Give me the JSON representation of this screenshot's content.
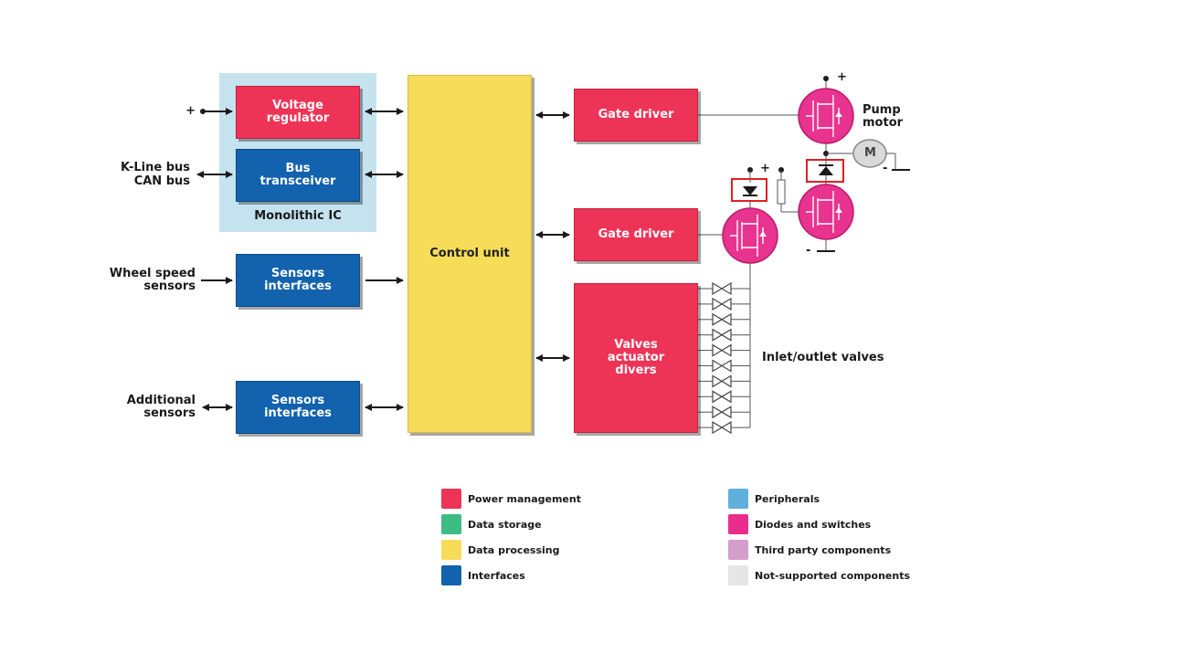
{
  "labels": {
    "plus_left": "+",
    "kline": "K-Line bus",
    "canbus": "CAN bus",
    "wheel_speed_1": "Wheel speed",
    "wheel_speed_2": "sensors",
    "additional_1": "Additional",
    "additional_2": "sensors",
    "monolithic": "Monolithic IC",
    "pump_1": "Pump",
    "pump_2": "motor",
    "motor_m": "M",
    "inlet_outlet": "Inlet/outlet valves",
    "plus_top": "+",
    "plus_mid": "+",
    "minus_motor": "-",
    "minus_bottom": "-"
  },
  "blocks": {
    "voltage_regulator_1": "Voltage",
    "voltage_regulator_2": "regulator",
    "bus_transceiver_1": "Bus",
    "bus_transceiver_2": "transceiver",
    "sensors_if_1a": "Sensors",
    "sensors_if_1b": "interfaces",
    "sensors_if_2a": "Sensors",
    "sensors_if_2b": "interfaces",
    "control_unit": "Control unit",
    "gate_driver_1": "Gate driver",
    "gate_driver_2": "Gate driver",
    "valves_1": "Valves",
    "valves_2": "actuator",
    "valves_3": "divers"
  },
  "legend": [
    {
      "label": "Power management",
      "color": "#ee3456"
    },
    {
      "label": "Data storage",
      "color": "#3dbb84"
    },
    {
      "label": "Data processing",
      "color": "#f6dc58"
    },
    {
      "label": "Interfaces",
      "color": "#1262ae"
    },
    {
      "label": "Peripherals",
      "color": "#5fb0dc"
    },
    {
      "label": "Diodes and switches",
      "color": "#ea2d8c"
    },
    {
      "label": "Third party components",
      "color": "#d39dcc"
    },
    {
      "label": "Not-supported components",
      "color": "#e6e6e6"
    }
  ],
  "colors": {
    "monolithic_bg": "#c4e3ee",
    "highlight_box": "#e02020",
    "transistor": "#e8338f"
  }
}
